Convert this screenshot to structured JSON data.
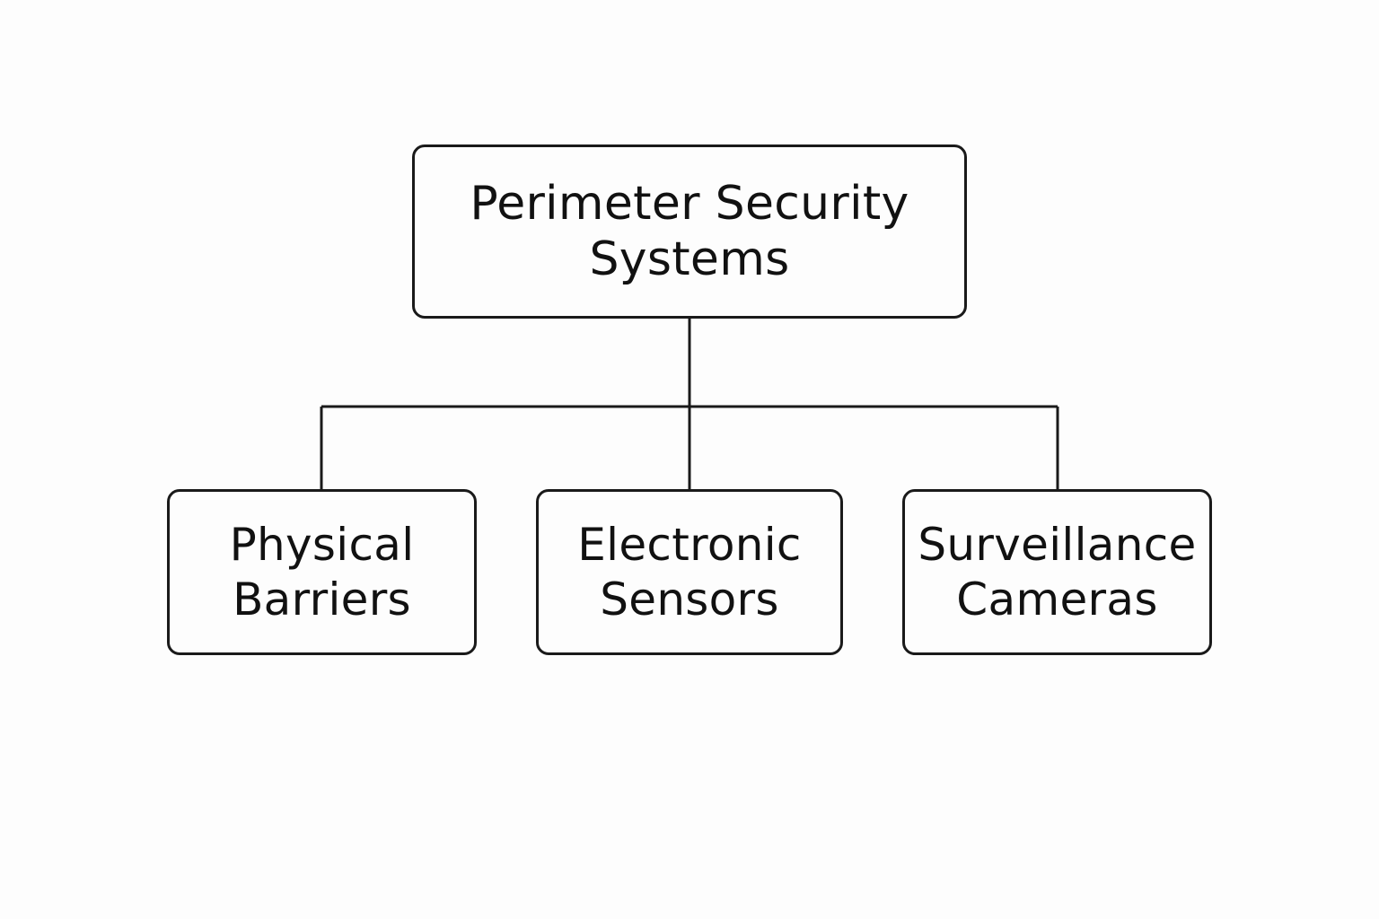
{
  "diagram": {
    "root": {
      "line1": "Perimeter Security",
      "line2": "Systems"
    },
    "children": [
      {
        "line1": "Physical",
        "line2": "Barriers"
      },
      {
        "line1": "Electronic",
        "line2": "Sensors"
      },
      {
        "line1": "Surveillance",
        "line2": "Cameras"
      }
    ]
  },
  "colors": {
    "stroke": "#1a1a1a",
    "background": "#fdfdfd",
    "text": "#111111"
  }
}
